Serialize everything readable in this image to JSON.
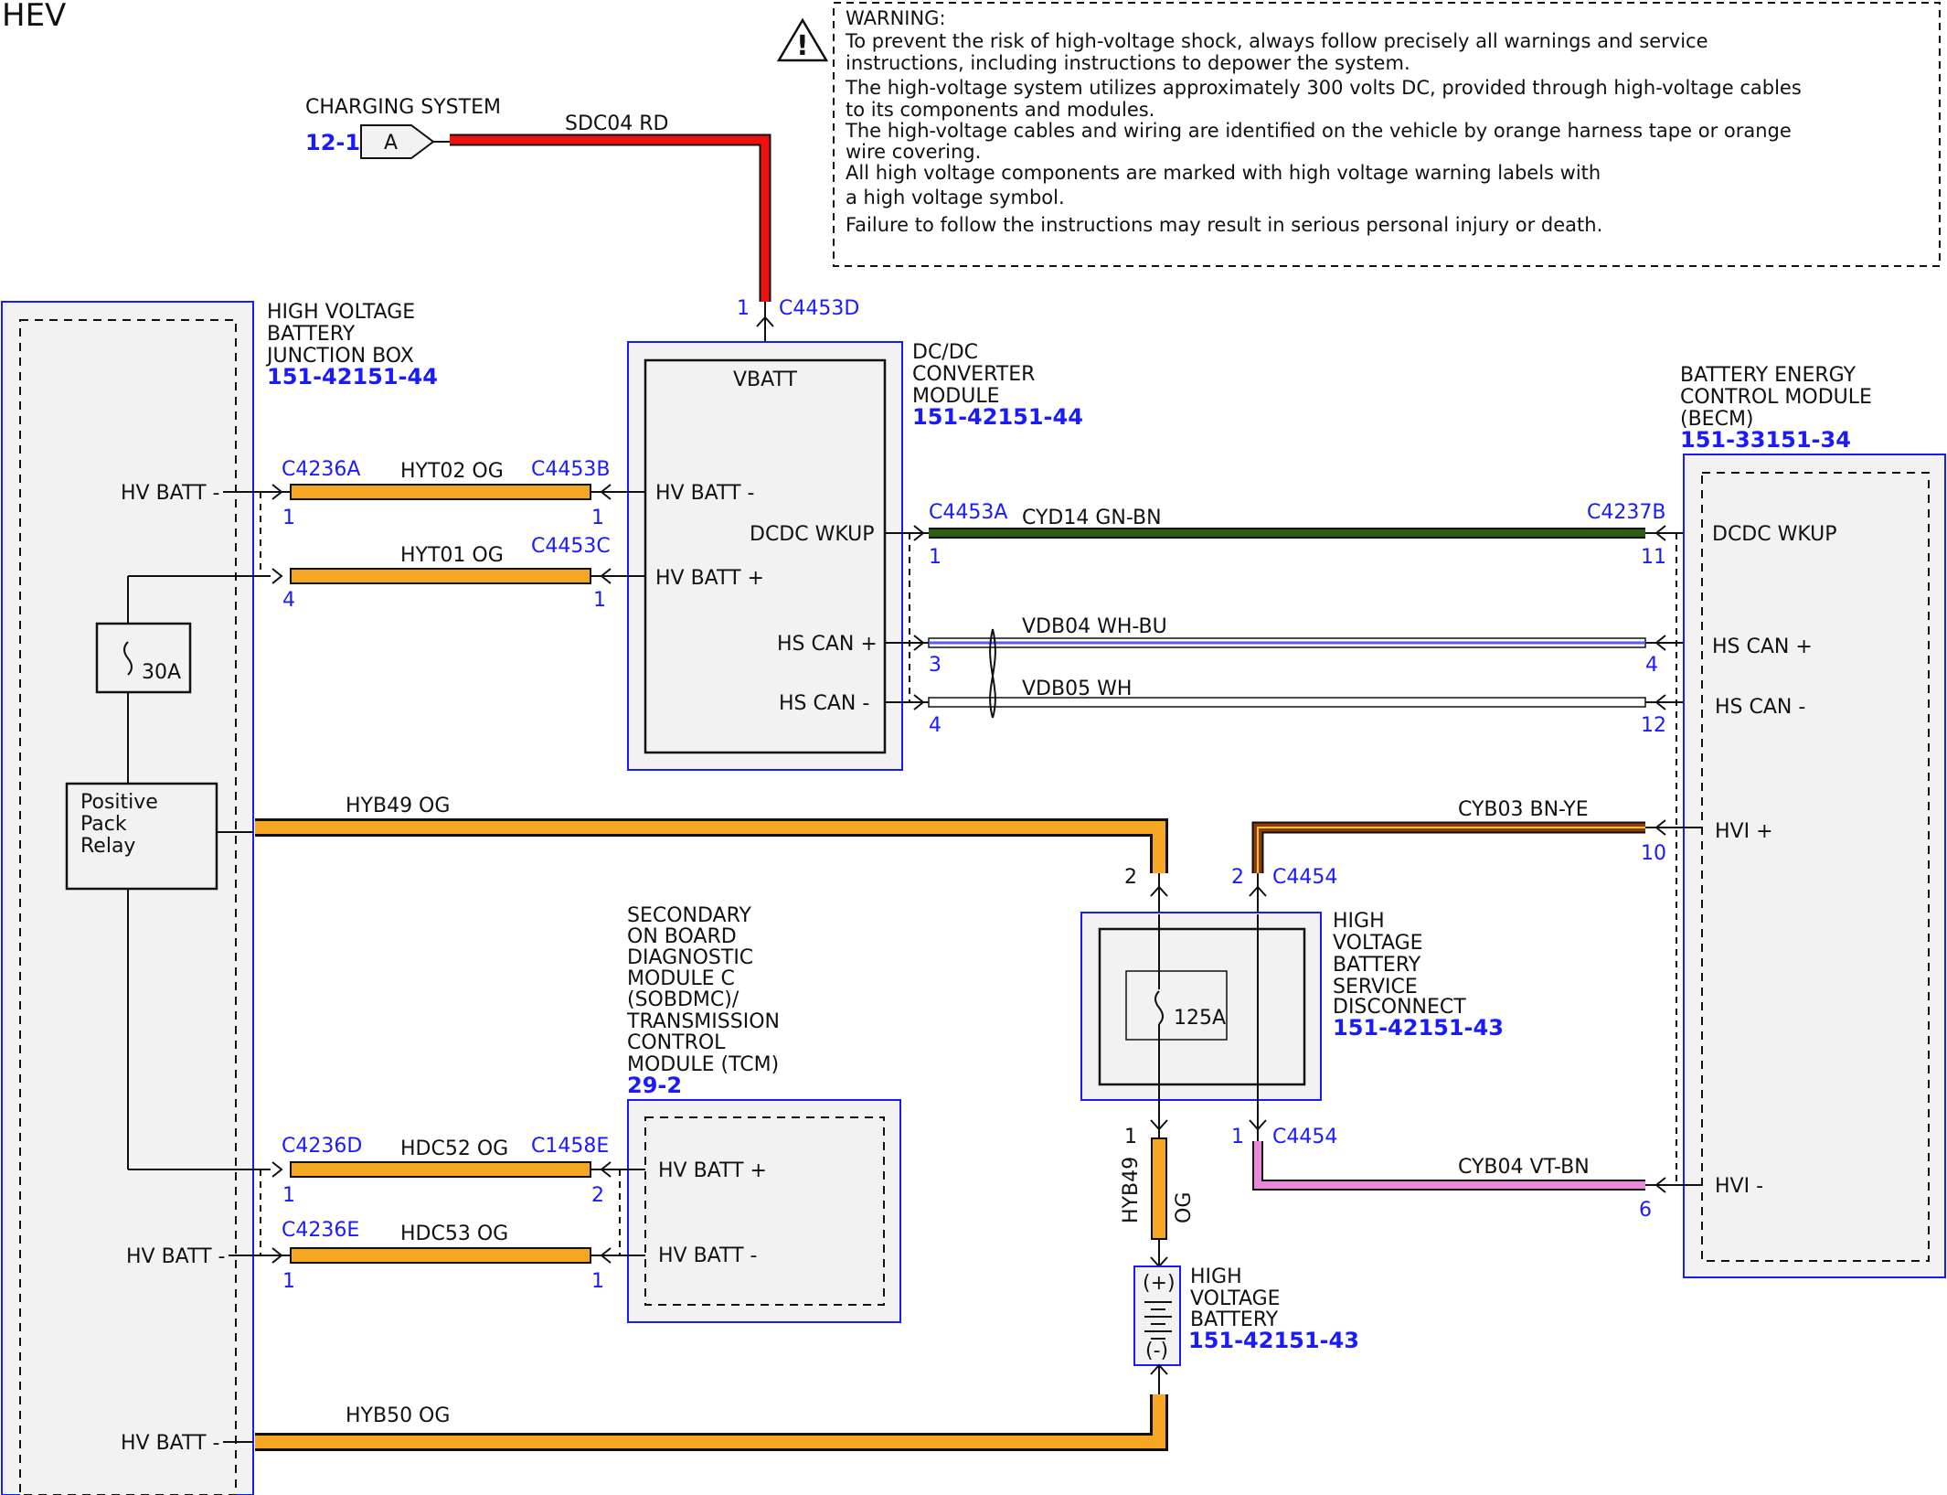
{
  "title": "HEV",
  "warning": {
    "lines": [
      "WARNING:",
      "To prevent the risk of high-voltage shock, always follow precisely all warnings and service",
      "instructions, including instructions to depower the system.",
      "The high-voltage system utilizes approximately 300 volts DC, provided through high-voltage cables",
      "to its components and modules.",
      "The high-voltage cables and wiring are identified on the vehicle by orange harness tape or orange",
      "wire covering.",
      "All high voltage components are marked with high voltage warning labels with",
      "a high voltage symbol.",
      "Failure to follow the instructions may result in serious personal injury or death."
    ],
    "icon": "warning-triangle-icon"
  },
  "charging": {
    "label": "CHARGING SYSTEM",
    "ref": "12-1",
    "connector": "A",
    "wire": "SDC04  RD"
  },
  "colors": {
    "red": "#ee1111",
    "orange": "#f5a623",
    "green": "#2e5e14",
    "brown_yellow": "#8b3a0e",
    "pink": "#e58ad8",
    "blue_accent": "#1a1aff"
  },
  "hvbjb": {
    "name": [
      "HIGH VOLTAGE",
      "BATTERY",
      "JUNCTION BOX"
    ],
    "ref": "151-42151-44",
    "pins": {
      "hvbatt_minus_1": "HV BATT -",
      "hvbatt_minus_2": "HV BATT -",
      "hvbatt_minus_3": "HV BATT -"
    },
    "fuse": "30A",
    "relay": [
      "Positive",
      "Pack",
      "Relay"
    ]
  },
  "dcdc": {
    "name": [
      "DC/DC",
      "CONVERTER",
      "MODULE"
    ],
    "ref": "151-42151-44",
    "vbatt": "VBATT",
    "pin_hvbatt_minus": "HV BATT -",
    "pin_hvbatt_plus": "HV BATT +",
    "pin_dcdc_wkup": "DCDC WKUP",
    "pin_hscan_plus": "HS CAN +",
    "pin_hscan_minus": "HS CAN -",
    "top_connector": "C4453D",
    "top_pin": "1"
  },
  "becm": {
    "name": [
      "BATTERY ENERGY",
      "CONTROL MODULE",
      "(BECM)"
    ],
    "ref": "151-33151-34",
    "pin_dcdc_wkup": "DCDC WKUP",
    "pin_hscan_plus": "HS CAN +",
    "pin_hscan_minus": "HS CAN -",
    "pin_hvi_plus": "HVI +",
    "pin_hvi_minus": "HVI -"
  },
  "sobdmc": {
    "name": [
      "SECONDARY",
      "ON BOARD",
      "DIAGNOSTIC",
      "MODULE C",
      "(SOBDMC)/",
      "TRANSMISSION",
      "CONTROL",
      "MODULE (TCM)"
    ],
    "ref": "29-2",
    "pin_hvbatt_plus": "HV BATT +",
    "pin_hvbatt_minus": "HV BATT -"
  },
  "hvbsd": {
    "name": [
      "HIGH",
      "VOLTAGE",
      "BATTERY",
      "SERVICE",
      "DISCONNECT"
    ],
    "ref": "151-42151-43",
    "fuse": "125A"
  },
  "hvb": {
    "name": [
      "HIGH",
      "VOLTAGE",
      "BATTERY"
    ],
    "ref": "151-42151-43",
    "plus": "(+)",
    "minus": "(-)"
  },
  "wires": {
    "hyt02": {
      "label": "HYT02   OG",
      "c_left": "C4236A",
      "p_left": "1",
      "c_right": "C4453B",
      "p_right": "1"
    },
    "hyt01": {
      "label": "HYT01   OG",
      "c_right": "C4453C",
      "p_left": "4",
      "p_right": "1"
    },
    "cyd14": {
      "label": "CYD14   GN-BN",
      "c_left": "C4453A",
      "p_left": "1",
      "c_right": "C4237B",
      "p_right": "11"
    },
    "vdb04": {
      "label": "VDB04   WH-BU",
      "p_left": "3",
      "p_right": "4"
    },
    "vdb05": {
      "label": "VDB05   WH",
      "p_left": "4",
      "p_right": "12"
    },
    "hyb49": {
      "label": "HYB49   OG",
      "p_top": "2",
      "p_bottom": "1",
      "vert_a": "HYB49",
      "vert_b": "OG"
    },
    "cyb03": {
      "label": "CYB03   BN-YE",
      "p_right": "10",
      "p_left": "2",
      "connector": "C4454"
    },
    "cyb04": {
      "label": "CYB04   VT-BN",
      "p_right": "6",
      "p_left": "1",
      "connector": "C4454"
    },
    "hdc52": {
      "label": "HDC52   OG",
      "c_left": "C4236D",
      "p_left": "1",
      "c_right": "C1458E",
      "p_right": "2"
    },
    "hdc53": {
      "label": "HDC53   OG",
      "c_left": "C4236E",
      "p_left": "1",
      "p_right": "1"
    },
    "hyb50": {
      "label": "HYB50   OG"
    }
  }
}
